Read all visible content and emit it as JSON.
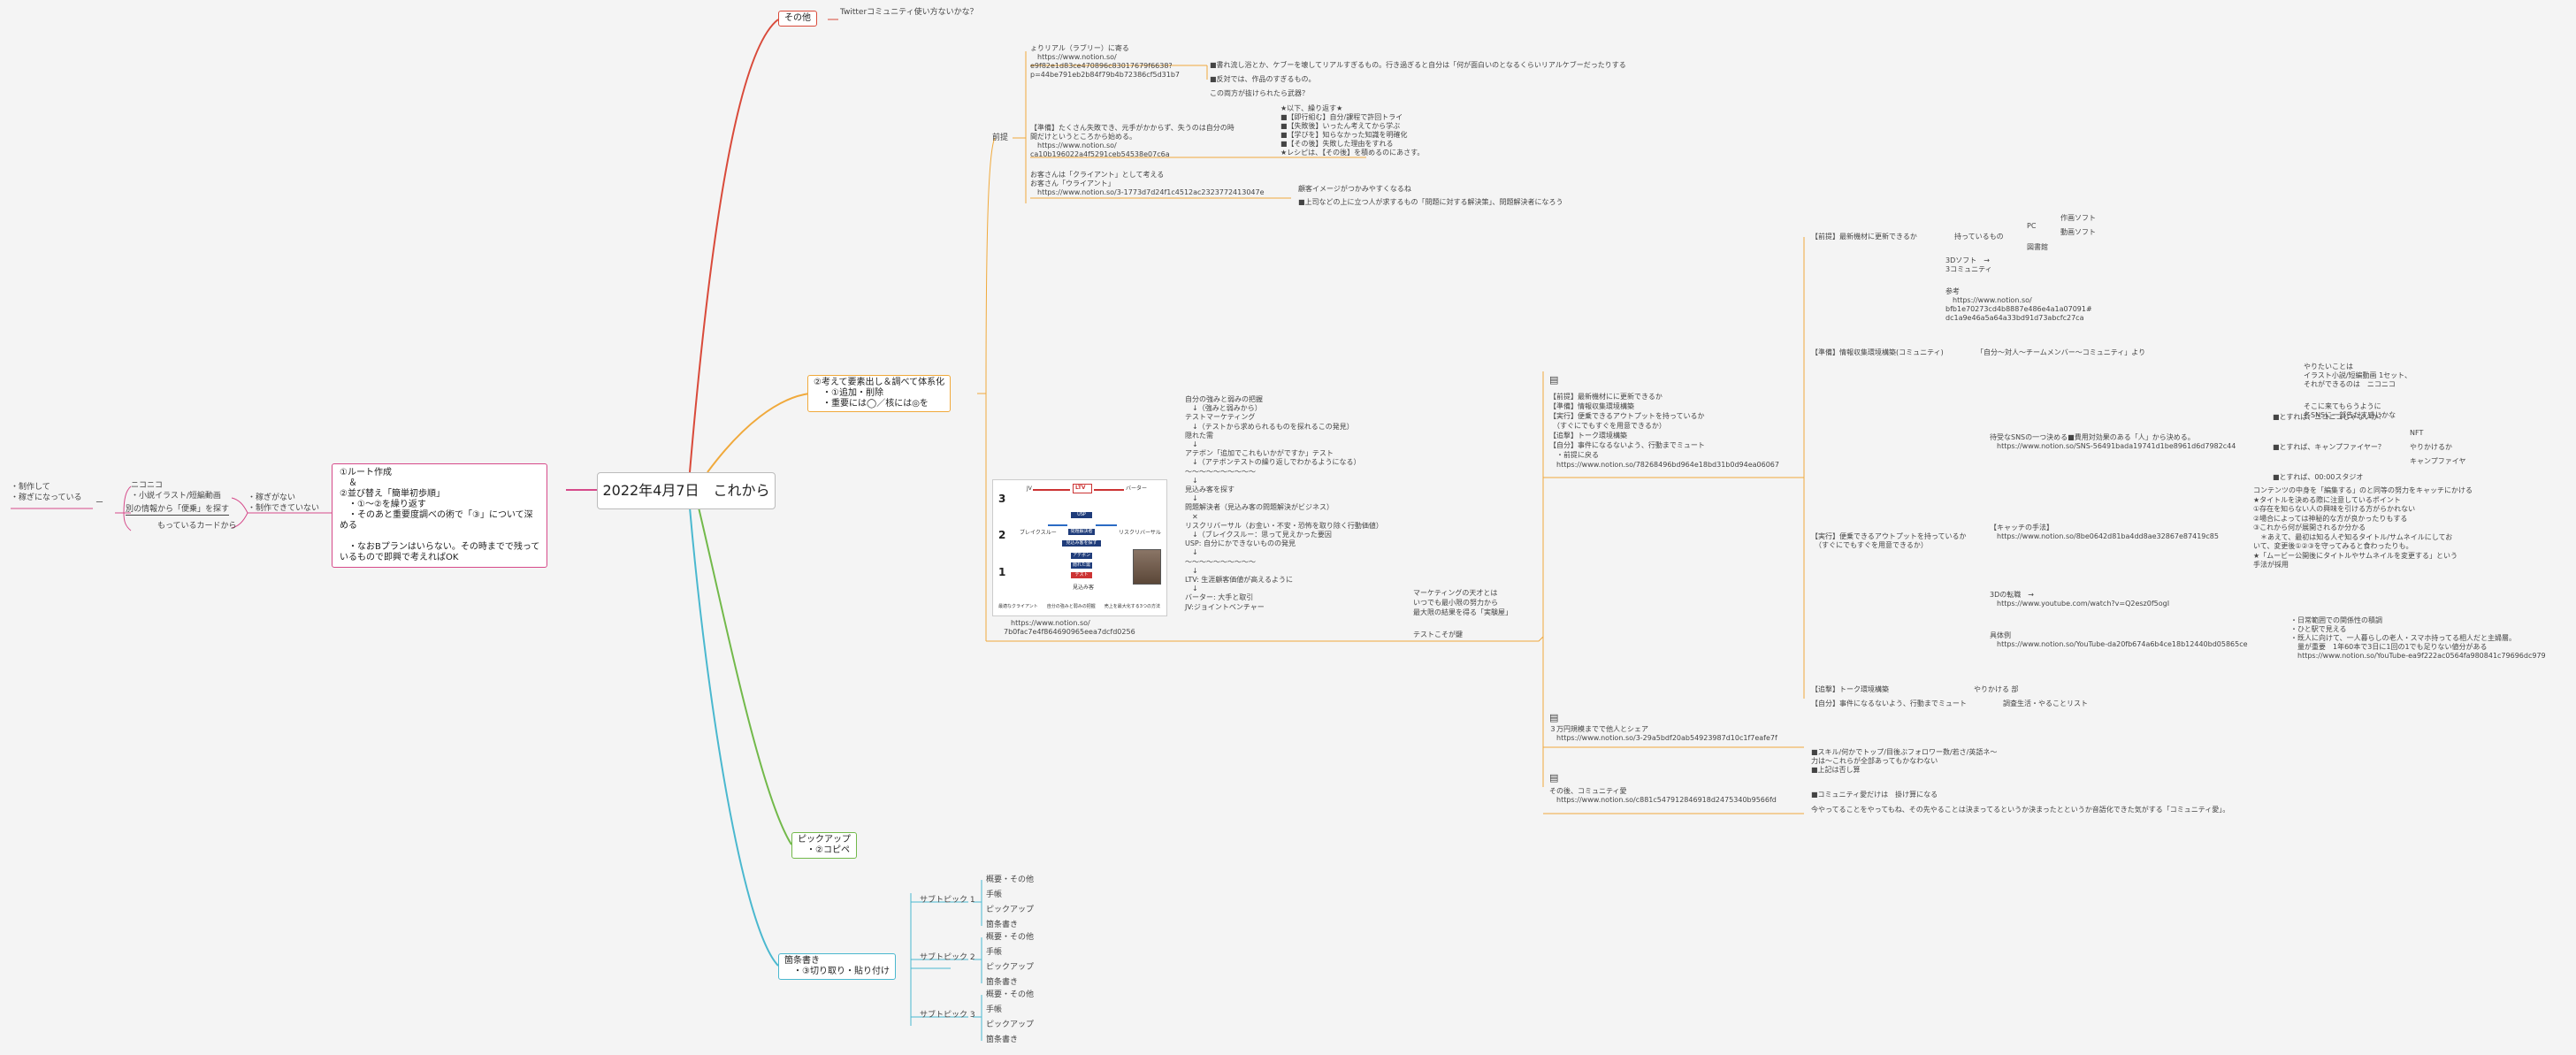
{
  "central": "2022年4月7日　これから",
  "branches": {
    "sonota": {
      "label": "その他",
      "children": [
        "Twitterコミュニティ使い方ないかな？"
      ]
    },
    "route": {
      "label": "①ルート作成\n　＆\n②並び替え「簡単初歩順」\n　・①〜②を繰り返す\n　・そのあと重要度調べの術で「③」について深\nめる\n\n　・なおBプランはいらない。その時までで残って\nいるもので即興で考えればOK",
      "sub": [
        "・稼ぎがない\n・制作できていない"
      ],
      "sub2": [
        "ニコニコ\n・小説イラスト/短編動画",
        "別の情報から「便乗」を探す",
        "もっているカードから"
      ],
      "sub3": [
        "・制作して\n・稼ぎになっている"
      ],
      "sub1_dash": "ー"
    },
    "kangae": {
      "label": "②考えて要素出し＆調べて体系化\n　・①追加・削除\n　・重要には◯／核には◎を",
      "zenteii": "前提",
      "z1": "ょりリアル（ラブリー）に寄る\n　https://www.notion.so/\ne9f82e1d83ce470896c83017679f6638?\np=44be791eb2b84f79b4b72386cf5d31b7",
      "z1a": "■書れ流し浴とか、ケブーを壊してリアルすぎるもの。行き過ぎると自分は「何が面白いのとなるくらいリアルケブーだったりする",
      "z1b": "■反対では、作品のすぎるもの。",
      "z1c": "この両方が抜けられたら武器？",
      "z2": "【準備】たくさん失敗でき、元手がかからず、失うのは自分の時\n間だけというところから始める。\n　https://www.notion.so/\nca10b196022a4f5291ceb54538e07c6a",
      "z2a": "★以下、繰り返す★\n■【即行組む】自分/課程で許回トライ\n■【失敗後】いったん考えてから学ぶ\n■【学びを】知らなかった知識を明確化\n■【その後】失敗した理由をすれる\n★レシピは、【その後】を積めるのにあさす。",
      "z3": "お客さんは「クライアント」として考える\nお客さん「ウライアント」\n　https://www.notion.so/3-1773d7d24f1c4512ac2323772413047e",
      "z3a": "顧客イメージがつかみやすくなるね",
      "z3b": "■上司などの上に立つ人が求するもの「問題に対する解決策」、問題解決者になろう",
      "mid_text": "自分の強みと弱みの把握\n　↓（強みと弱みから）\nテストマーケティング\n　↓（テストから求められるものを探れるこの発見）\n隠れた需\n　↓\nアテボン「追加でこれもいかがですか」テスト\n　↓（アテボンテストの繰り返しでわかるようになる）\n〜〜〜〜〜〜〜〜〜〜\n　↓\n見込み客を探す\n　↓\n問題解決者（見込み客の問題解決がビジネス）\n　✕\nリスクリバーサル（お金い・不安・恐怖を取り除く行動価値）\n　↓（ブレイクスルー：思って見えかった要因\nUSP: 自分にかできないものの発見\n　↓\n〜〜〜〜〜〜〜〜〜〜\n　↓\nLTV: 生涯顧客価値が高えるように\n　↓\nバーター: 大手と取引\nJV:ジョイントベンチャー",
      "img_link": "　https://www.notion.so/\n7b0fac7e4f864690965eea7dcfd0256",
      "market": "マーケティングの天才とは\nいつでも最小限の努力から\n最大限の結果を得る「実験屋」",
      "testgo": "テストこそが鍵",
      "img": {
        "nums": [
          "3",
          "2",
          "1"
        ],
        "ltv": "LTV",
        "jv": "JV",
        "barter": "バーター",
        "usp": "USP",
        "breakthrough": "ブレイクスルー",
        "risk": "リスクリバーサル",
        "problem": "問題解決者",
        "prospect": "見込み客",
        "apon": "アテボン",
        "hidden": "隠れた需",
        "test": "テスト",
        "center": "見込み客を探す",
        "foot": "最適なクライアント　　自分の強みと弱みの把握　　売上を最大化する3つの方法"
      },
      "node_a_icon": "▤",
      "node_a": "【前提】最新機材にに更新できるか\n【準備】情報収集環境構築\n【実行】便乗できるアウトプットを持っているか\n　（すぐにでもすぐを用意できるか）\n【追撃】トーク環境構築\n【自分】事件になるないよう、行動までミュート\n　・前提に戻る\n　https://www.notion.so/78268496bd964e18bd31b0d94ea06067",
      "z_pc_1": "【前提】最新機材に更新できるか",
      "z_pc_2": "持っているもの",
      "z_pc_pc": "PC",
      "z_pc_items": [
        "作画ソフト",
        "動画ソフト"
      ],
      "z_pc_book": "図書館",
      "z_3d": "3Dソフト　→\n3コミュニティ",
      "z_3d_link": "参考\n　https://www.notion.so/\nbfb1e70273cd4b8887e486e4a1a07091#\ndc1a9e46a5a64a33bd91d73abcfc27ca",
      "z_info": "【準備】情報収集環境構築(コミュニティ)",
      "z_info_a": "「自分〜対人〜チームメンバー〜コミュニティ」より",
      "z_nico_a": "やりたいことは\nイラスト小説/短編動画 1セット、\nそれができるのは　ニコニコ",
      "z_nico_b": "そこに来てもらうように\n各SNSに一部告だす感じかな",
      "z_sns": "待受なSNSの一つ決める■費用対効果のある「人」から決める。\n　https://www.notion.so/SNS-56491bada19741d1be8961d6d7982c44",
      "z_sns_1": "■とすれば、ニコニコじゃないか？",
      "z_sns_2": "■とすれば、キャンプファイヤー？",
      "z_sns_2a": [
        "NFT",
        "やりかけるか",
        "キャンプファイヤ"
      ],
      "z_sns_3": "■とすれば、00:00スタジオ",
      "z_impl": "【実行】便乗できるアウトプットを持っているか\n　（すぐにでもすぐを用意できるか）",
      "z_cap": "【キャッチの手法】\n　https://www.notion.so/8be0642d81ba4dd8ae32867e87419c85",
      "z_cap_items": "コンテンツの中身を「編集する」のと同等の努力をキャッチにかける\n★タイトルを決める際に注意しているポイント\n①存在を知らない人の興味を引ける方がらかれない\n②場合によっては神秘的な方が良かったりもする\n③これから何が展開されるか分かる\n　＊あえて、最初は知る人ぞ知るタイトル/サムネイルにしてお\nいて、変更後①②③を守ってみると食わったりも。\n★「ムービー公開後にタイトルやサムネイルを変更する」という\n手法が採用",
      "z_3d2": "3Dの転職　→\n　https://www.youtube.com/watch?v=Q2esz0f5ogI",
      "z_ex": "具体例\n　https://www.notion.so/YouTube-da20fb674a6b4ce18b12440bd05865ce",
      "z_ex_items": "・日常範囲での関係性の積調\n・ひと駅で見える\n・既人に向けて、一人暮らしの老人・スマホ持ってる相人だと主婦層。\n　量が重要　1年60本で3日に1回の1でも足りない値分がある\n　https://www.notion.so/YouTube-ea9f222ac0564fa980841c79696dc979",
      "z_talk": "【追撃】トーク環境構築",
      "z_talk_a": "やりかける 部",
      "z_self": "【自分】事件になるないよう、行動までミュート",
      "z_self_a": "調査生活・やることリスト",
      "node_b_icon": "▤",
      "node_b": "３万円規模までで他人とシェア\n　https://www.notion.so/3-29a5bdf20ab54923987d10c1f7eafe7f",
      "node_b_items": "■スキル/何かでトップ/目後ぶフォロワー数/若さ/英語ネ〜\n力は〜これらが全部あってもかなわない\n■上記は否し算",
      "node_c_icon": "▤",
      "node_c": "その後、コミュニティ愛\n　https://www.notion.so/c881c547912846918d2475340b9566fd",
      "node_c_items": "■コミュニティ愛だけは　掛け算になる",
      "node_c_line": "今やってることをやってもね、その先やることは決まってるというか決まったとというか音語化できた気がする「コミュニティ愛」。"
    },
    "pickup": {
      "label": "ピックアップ\n　・②コピペ"
    },
    "kajo": {
      "label": "箇条書き\n　・③切り取り・貼り付け",
      "topics": [
        {
          "name": "サブトピック 1",
          "items": [
            "概要・その他",
            "手帳",
            "ピックアップ",
            "箇条書き"
          ]
        },
        {
          "name": "サブトピック 2",
          "items": [
            "概要・その他",
            "手帳",
            "ピックアップ",
            "箇条書き"
          ]
        },
        {
          "name": "サブトピック 3",
          "items": [
            "概要・その他",
            "手帳",
            "ピックアップ",
            "箇条書き"
          ]
        }
      ]
    }
  },
  "colors": {
    "red": "#d94a3a",
    "orange": "#f0a93b",
    "green": "#72b94a",
    "cyan": "#4ab8cf",
    "pink": "#d64a8a"
  }
}
